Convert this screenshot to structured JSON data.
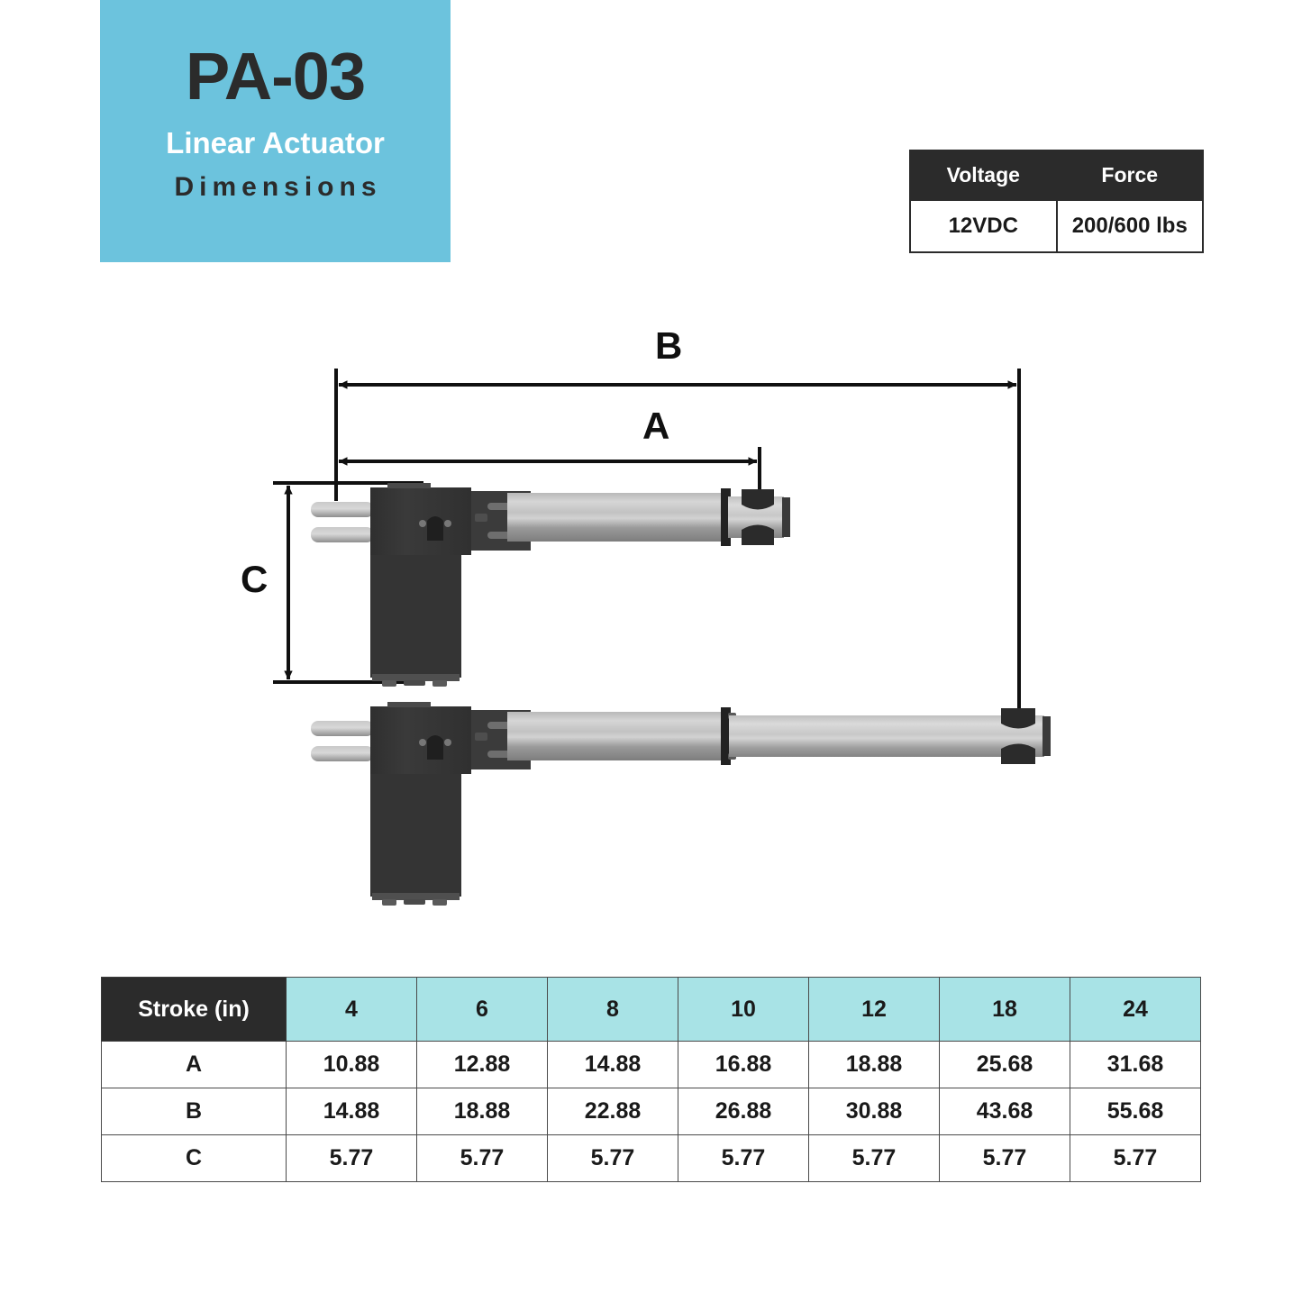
{
  "header": {
    "product_code": "PA-03",
    "product_type": "Linear Actuator",
    "subtitle": "Dimensions",
    "bg_color": "#6CC3DD"
  },
  "spec_table": {
    "headers": [
      "Voltage",
      "Force"
    ],
    "values": [
      "12VDC",
      "200/600 lbs"
    ]
  },
  "diagram": {
    "dimension_labels": {
      "a": "A",
      "b": "B",
      "c": "C"
    },
    "views": [
      {
        "name": "retracted-actuator-view"
      },
      {
        "name": "extended-actuator-view"
      }
    ]
  },
  "stroke_table": {
    "corner_label": "Stroke (in)",
    "header_accent": "#A8E3E6",
    "strokes": [
      "4",
      "6",
      "8",
      "10",
      "12",
      "18",
      "24"
    ],
    "rows": [
      {
        "label": "A",
        "values": [
          "10.88",
          "12.88",
          "14.88",
          "16.88",
          "18.88",
          "25.68",
          "31.68"
        ]
      },
      {
        "label": "B",
        "values": [
          "14.88",
          "18.88",
          "22.88",
          "26.88",
          "30.88",
          "43.68",
          "55.68"
        ]
      },
      {
        "label": "C",
        "values": [
          "5.77",
          "5.77",
          "5.77",
          "5.77",
          "5.77",
          "5.77",
          "5.77"
        ]
      }
    ]
  }
}
